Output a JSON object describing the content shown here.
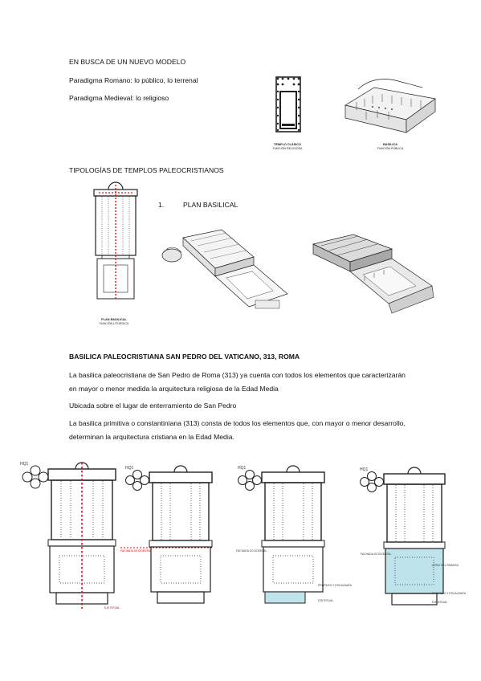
{
  "section1": {
    "heading": "EN BUSCA DE UN NUEVO MODELO",
    "line1": "Paradigma Romano: lo público, lo terrenal",
    "line2": "Paradigma Medieval: lo religioso"
  },
  "figure_top": {
    "temple_caption": "TEMPLO CLÁSICO",
    "temple_sub": "FUNCIÓN RELIGIOSA",
    "basilica_caption": "BASÍLICA",
    "basilica_sub": "FUNCIÓN PÚBLICA"
  },
  "section2": {
    "heading": "TIPOLOGÍAS DE TEMPLOS PALEOCRISTIANOS",
    "list_number": "1.",
    "list_item": "PLAN BASILICAL",
    "plan_caption": "PLAN BASILICAL",
    "plan_sub": "FUNCIÓN LITÚRGICA"
  },
  "section3": {
    "heading": "BASILICA PALEOCRISTIANA SAN PEDRO DEL VATICANO, 313, ROMA",
    "para1": " La basilica paleocristiana de San Pedro de Roma (313) ya cuenta con todos los elementos que caracterizarán en mayor o menor medida la arquitectura religiosa de la Edad Media",
    "para2": "Ubicada sobre el lugar de enterramiento de San Pedro",
    "para3": "La basilica primitiva o constantiniana (313) consta de todos los elementos que, con mayor o menor desarrollo, determinan la arquitectura cristiana en la Edad Media."
  },
  "plans": {
    "label": "HQ1",
    "eje_ritual": "EJE RITUAL",
    "fachada": "FACHADA OCCIDENTAL",
    "propileo": "PROPILEO Y ESCALINATA",
    "atrio": "ATRIO DEL PARAISO"
  },
  "colors": {
    "red_axis": "#d11",
    "cyan_fill": "#bfe3ea",
    "line": "#222"
  }
}
